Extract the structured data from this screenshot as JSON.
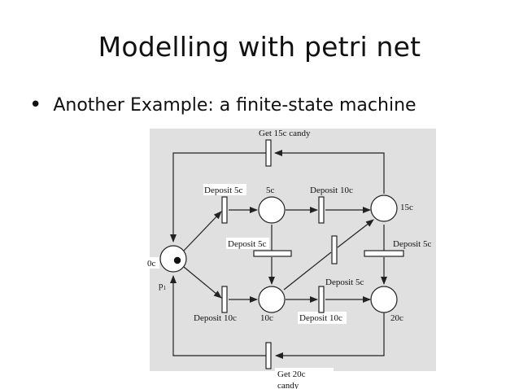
{
  "slide": {
    "title": "Modelling with petri net",
    "bullet": "Another Example: a finite-state machine"
  },
  "diagram": {
    "places": {
      "p0": "0c",
      "p5": "5c",
      "p10": "10c",
      "p15": "15c",
      "p20": "20c",
      "p_name": "p",
      "p_subscript": "1"
    },
    "transitions": {
      "get15": "Get 15c candy",
      "dep5_top": "Deposit 5c",
      "dep10_top": "Deposit 10c",
      "dep5_mid": "Deposit 5c",
      "dep5_right": "Deposit 5c",
      "dep5_lower": "Deposit 5c",
      "dep10_bottom": "Deposit 10c",
      "dep10_mid": "Deposit 10c",
      "get20_line1": "Get 20c",
      "get20_line2": "candy"
    },
    "colors": {
      "panel": "#e0e0e0",
      "place_fill": "#ffffff",
      "stroke": "#222222"
    }
  }
}
